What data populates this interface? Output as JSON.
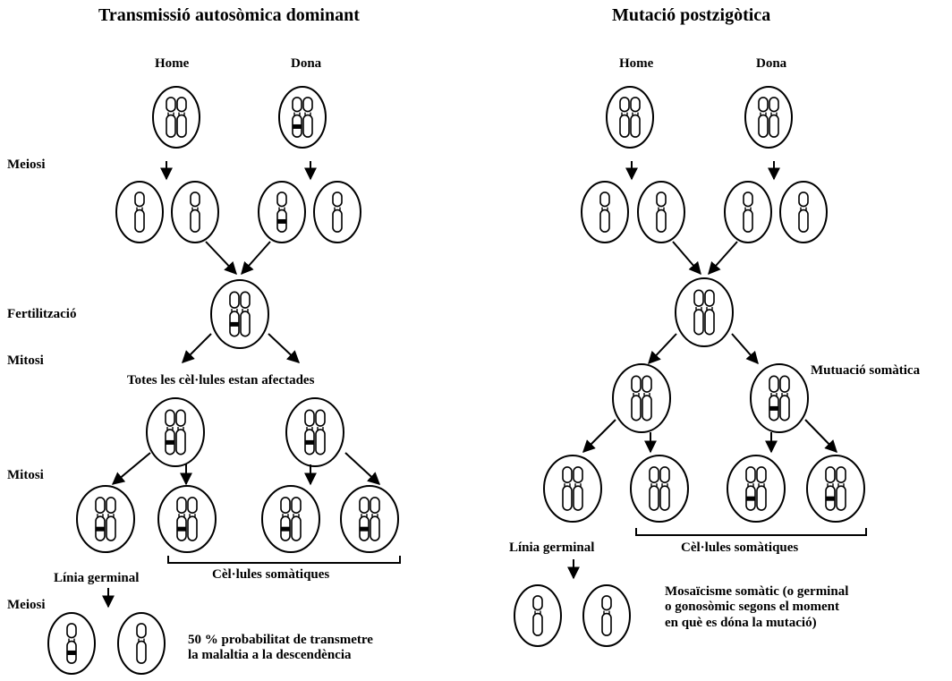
{
  "left": {
    "title": "Transmissió  autosòmica dominant",
    "male": "Home",
    "female": "Dona",
    "meiosis": "Meiosi",
    "fertilization": "Fertilització",
    "mitosis1": "Mitosi",
    "all_affected": "Totes les cèl·lules estan afectades",
    "mitosis2": "Mitosi",
    "germline": "Línia germinal",
    "somatic": "Cèl·lules somàtiques",
    "meiosis2": "Meiosi",
    "probability": "50 % probabilitat de transmetre\nla malaltia a la descendència"
  },
  "right": {
    "title": "Mutació postzigòtica",
    "male": "Home",
    "female": "Dona",
    "somatic_mutation": "Mutuació somàtica",
    "germline": "Línia   germinal",
    "somatic": "Cèl·lules somàtiques",
    "mosaicism": "Mosaïcisme somàtic (o germinal\no gonosòmic segons el moment\nen què es dóna la mutació)"
  }
}
